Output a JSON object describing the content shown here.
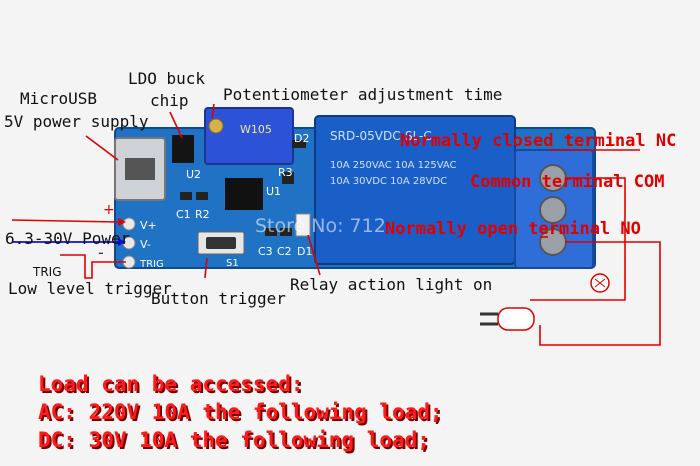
{
  "labels": {
    "microusb": "MicroUSB",
    "supply": "5V power supply",
    "ldo_line1": "LDO buck",
    "ldo_line2": "chip",
    "potentiometer": "Potentiometer adjustment time",
    "nc": "Normally closed terminal NC",
    "com": "Common terminal COM",
    "no": "Normally open terminal NO",
    "power": "6.3-30V Power",
    "trig": "TRIG",
    "low_trigger": "Low level trigger",
    "button_trigger": "Button trigger",
    "relay_light": "Relay action light on",
    "watermark": "Store No: 712"
  },
  "board": {
    "u2": "U2",
    "u1": "U1",
    "c1": "C1",
    "r2": "R2",
    "c3": "C3",
    "c2": "C2",
    "d1": "D1",
    "s1": "S1",
    "r3": "R3",
    "d2": "D2",
    "plus": "+",
    "minus": "-",
    "pin_vplus": "V+",
    "pin_vminus": "V-",
    "pin_trig": "TRIG",
    "pot_marking": "W105",
    "relay_top": "SRD-05VDC-SL-C",
    "relay_spec1": "10A 250VAC  10A 125VAC",
    "relay_spec2": "10A 30VDC  10A 28VDC"
  },
  "load": {
    "line1": "Load can be accessed:",
    "line2": "AC: 220V 10A the following load;",
    "line3": "DC: 30V 10A the following load;"
  },
  "colors": {
    "board": "#1f72c4",
    "relay": "#1a5fc8",
    "annotation": "#e00000",
    "load_text": "#ff1a1a"
  }
}
